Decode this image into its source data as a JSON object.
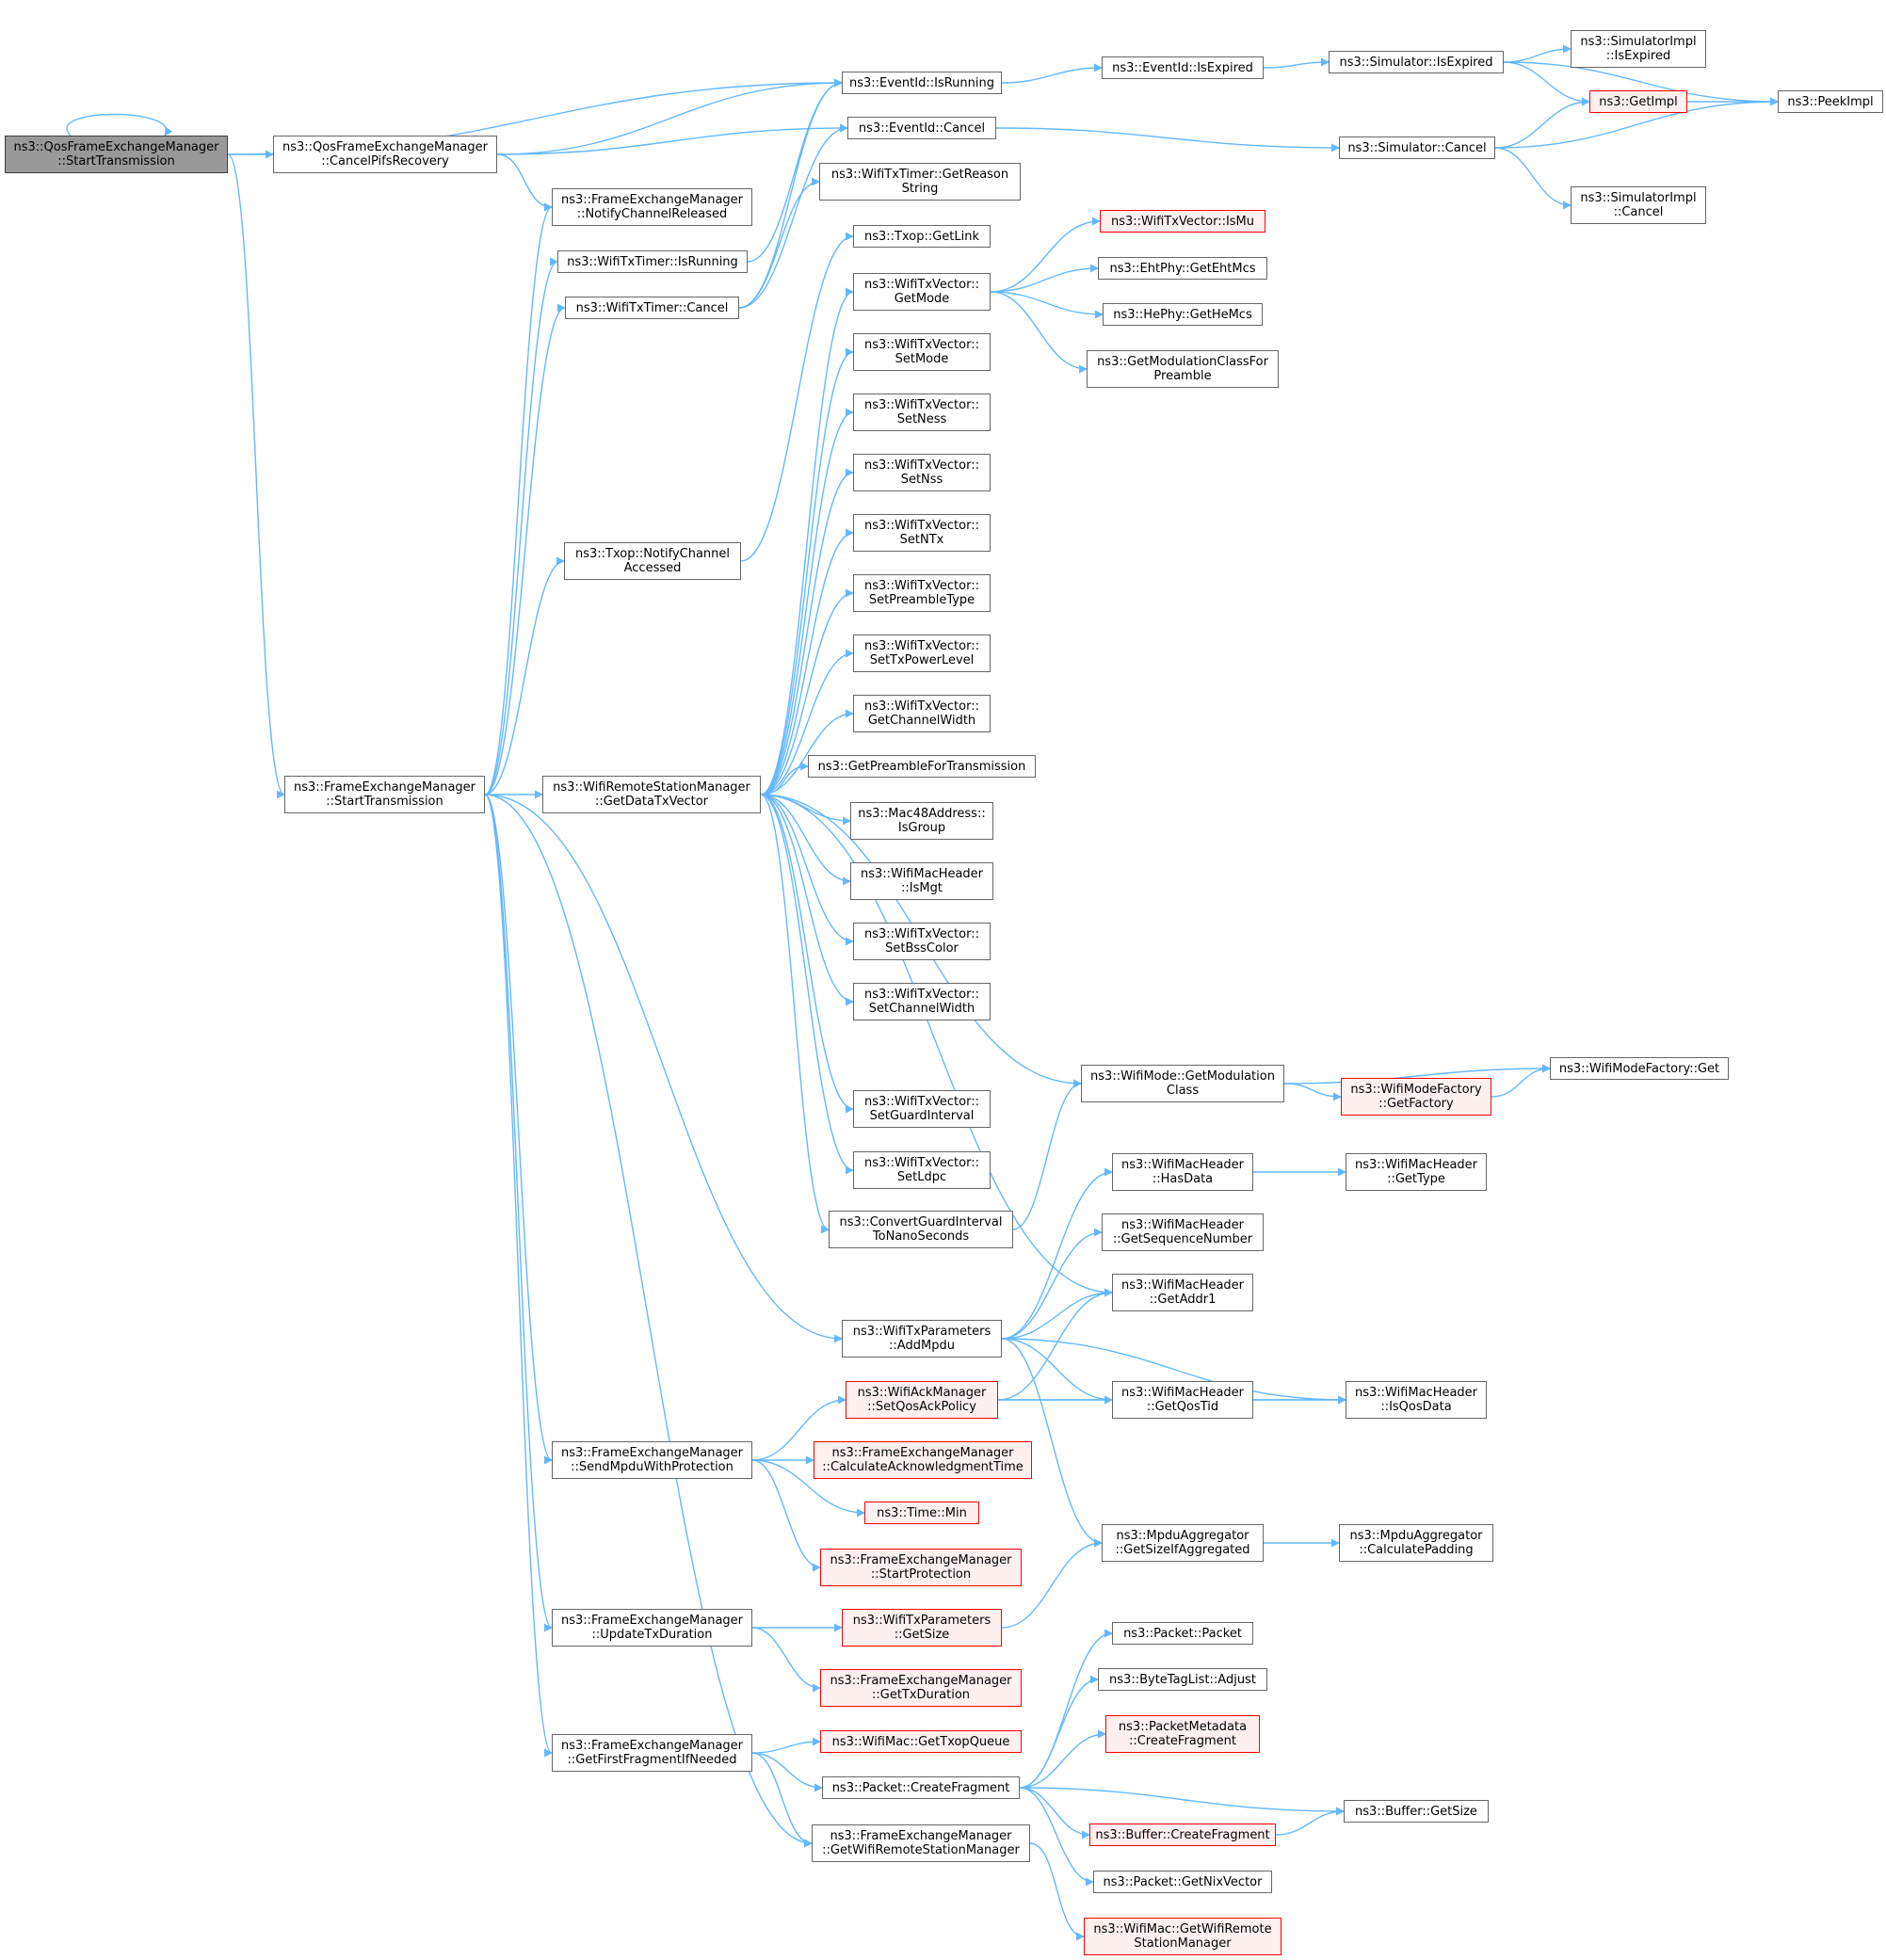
{
  "colors": {
    "edge": "#63b8ff",
    "node_border": "#666666",
    "root_fill": "#999999",
    "truncated_border": "#ff0000",
    "truncated_fill": "#fff0f0"
  },
  "nodes": {
    "root": [
      "ns3::QosFrameExchangeManager",
      "::StartTransmission"
    ],
    "cancelPifs": [
      "ns3::QosFrameExchangeManager",
      "::CancelPifsRecovery"
    ],
    "fem_start": [
      "ns3::FrameExchangeManager",
      "::StartTransmission"
    ],
    "ev_isRunning": [
      "ns3::EventId::IsRunning"
    ],
    "ev_cancel": [
      "ns3::EventId::Cancel"
    ],
    "notifyRel": [
      "ns3::FrameExchangeManager",
      "::NotifyChannelReleased"
    ],
    "timer_isRunning": [
      "ns3::WifiTxTimer::IsRunning"
    ],
    "timer_cancel": [
      "ns3::WifiTxTimer::Cancel"
    ],
    "timer_reason": [
      "ns3::WifiTxTimer::GetReason",
      "String"
    ],
    "txop_link": [
      "ns3::Txop::GetLink"
    ],
    "txop_notify": [
      "ns3::Txop::NotifyChannel",
      "Accessed"
    ],
    "ev_expired": [
      "ns3::EventId::IsExpired"
    ],
    "sim_expired": [
      "ns3::Simulator::IsExpired"
    ],
    "simimpl_expired": [
      "ns3::SimulatorImpl",
      "::IsExpired"
    ],
    "getimpl": [
      "ns3::GetImpl"
    ],
    "peekimpl": [
      "ns3::PeekImpl"
    ],
    "sim_cancel": [
      "ns3::Simulator::Cancel"
    ],
    "simimpl_cancel": [
      "ns3::SimulatorImpl",
      "::Cancel"
    ],
    "getmode": [
      "ns3::WifiTxVector::",
      "GetMode"
    ],
    "ismu": [
      "ns3::WifiTxVector::IsMu"
    ],
    "ehtmcs": [
      "ns3::EhtPhy::GetEhtMcs"
    ],
    "hemcs": [
      "ns3::HePhy::GetHeMcs"
    ],
    "modclass_pre": [
      "ns3::GetModulationClassFor",
      "Preamble"
    ],
    "setmode": [
      "ns3::WifiTxVector::",
      "SetMode"
    ],
    "setness": [
      "ns3::WifiTxVector::",
      "SetNess"
    ],
    "setnss": [
      "ns3::WifiTxVector::",
      "SetNss"
    ],
    "setntx": [
      "ns3::WifiTxVector::",
      "SetNTx"
    ],
    "setpre": [
      "ns3::WifiTxVector::",
      "SetPreambleType"
    ],
    "setpow": [
      "ns3::WifiTxVector::",
      "SetTxPowerLevel"
    ],
    "getcw": [
      "ns3::WifiTxVector::",
      "GetChannelWidth"
    ],
    "getpre": [
      "ns3::GetPreambleForTransmission"
    ],
    "isgroup": [
      "ns3::Mac48Address::",
      "IsGroup"
    ],
    "ismgt": [
      "ns3::WifiMacHeader",
      "::IsMgt"
    ],
    "setbss": [
      "ns3::WifiTxVector::",
      "SetBssColor"
    ],
    "setcw": [
      "ns3::WifiTxVector::",
      "SetChannelWidth"
    ],
    "setgi": [
      "ns3::WifiTxVector::",
      "SetGuardInterval"
    ],
    "setldpc": [
      "ns3::WifiTxVector::",
      "SetLdpc"
    ],
    "convgi": [
      "ns3::ConvertGuardInterval",
      "ToNanoSeconds"
    ],
    "getdtv": [
      "ns3::WifiRemoteStationManager",
      "::GetDataTxVector"
    ],
    "getmodclass": [
      "ns3::WifiMode::GetModulation",
      "Class"
    ],
    "getfactory": [
      "ns3::WifiModeFactory",
      "::GetFactory"
    ],
    "factoryget": [
      "ns3::WifiModeFactory::Get"
    ],
    "hasdata": [
      "ns3::WifiMacHeader",
      "::HasData"
    ],
    "gettype": [
      "ns3::WifiMacHeader",
      "::GetType"
    ],
    "getseq": [
      "ns3::WifiMacHeader",
      "::GetSequenceNumber"
    ],
    "getaddr1": [
      "ns3::WifiMacHeader",
      "::GetAddr1"
    ],
    "addmpdu": [
      "ns3::WifiTxParameters",
      "::AddMpdu"
    ],
    "setqos": [
      "ns3::WifiAckManager",
      "::SetQosAckPolicy"
    ],
    "getqostid": [
      "ns3::WifiMacHeader",
      "::GetQosTid"
    ],
    "isqosdata": [
      "ns3::WifiMacHeader",
      "::IsQosData"
    ],
    "sendmpdu": [
      "ns3::FrameExchangeManager",
      "::SendMpduWithProtection"
    ],
    "calcack": [
      "ns3::FrameExchangeManager",
      "::CalculateAcknowledgmentTime"
    ],
    "timemin": [
      "ns3::Time::Min"
    ],
    "startprot": [
      "ns3::FrameExchangeManager",
      "::StartProtection"
    ],
    "sizeifagg": [
      "ns3::MpduAggregator",
      "::GetSizeIfAggregated"
    ],
    "calcpad": [
      "ns3::MpduAggregator",
      "::CalculatePadding"
    ],
    "updtx": [
      "ns3::FrameExchangeManager",
      "::UpdateTxDuration"
    ],
    "getsize": [
      "ns3::WifiTxParameters",
      "::GetSize"
    ],
    "gettxdur": [
      "ns3::FrameExchangeManager",
      "::GetTxDuration"
    ],
    "pkt": [
      "ns3::Packet::Packet"
    ],
    "adjust": [
      "ns3::ByteTagList::Adjust"
    ],
    "pmcf": [
      "ns3::PacketMetadata",
      "::CreateFragment"
    ],
    "firstfrag": [
      "ns3::FrameExchangeManager",
      "::GetFirstFragmentIfNeeded"
    ],
    "gettxopq": [
      "ns3::WifiMac::GetTxopQueue"
    ],
    "pktcf": [
      "ns3::Packet::CreateFragment"
    ],
    "bufsize": [
      "ns3::Buffer::GetSize"
    ],
    "bufcf": [
      "ns3::Buffer::CreateFragment"
    ],
    "getwrsm": [
      "ns3::FrameExchangeManager",
      "::GetWifiRemoteStationManager"
    ],
    "nix": [
      "ns3::Packet::GetNixVector"
    ],
    "macwrsm": [
      "ns3::WifiMac::GetWifiRemote",
      "StationManager"
    ]
  }
}
